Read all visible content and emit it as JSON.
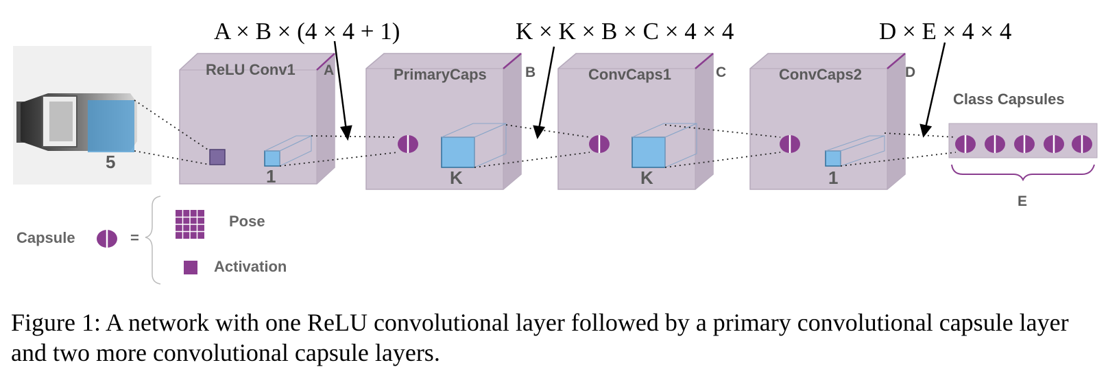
{
  "formulas": {
    "f1": "A × B × (4 × 4 + 1)",
    "f2": "K × K × B × C × 4 × 4",
    "f3": "D × E × 4 × 4"
  },
  "layers": [
    {
      "title": "ReLU Conv1",
      "corner": "A",
      "kernel": "1"
    },
    {
      "title": "PrimaryCaps",
      "corner": "B",
      "kernel": "K"
    },
    {
      "title": "ConvCaps1",
      "corner": "C",
      "kernel": "K"
    },
    {
      "title": "ConvCaps2",
      "corner": "D",
      "kernel": "1"
    }
  ],
  "input": {
    "kernel": "5"
  },
  "class_capsules": {
    "title": "Class Capsules",
    "count_label": "E"
  },
  "legend": {
    "capsule": "Capsule",
    "equals": "=",
    "pose": "Pose",
    "activation": "Activation"
  },
  "colors": {
    "box": "#cec3d2",
    "capsule": "#8a3d8f",
    "kernel": "#80bde8",
    "activation": "#7d6aa0"
  },
  "caption": "Figure 1: A network with one ReLU convolutional layer followed by a primary convolutional capsule layer and two more convolutional capsule layers."
}
